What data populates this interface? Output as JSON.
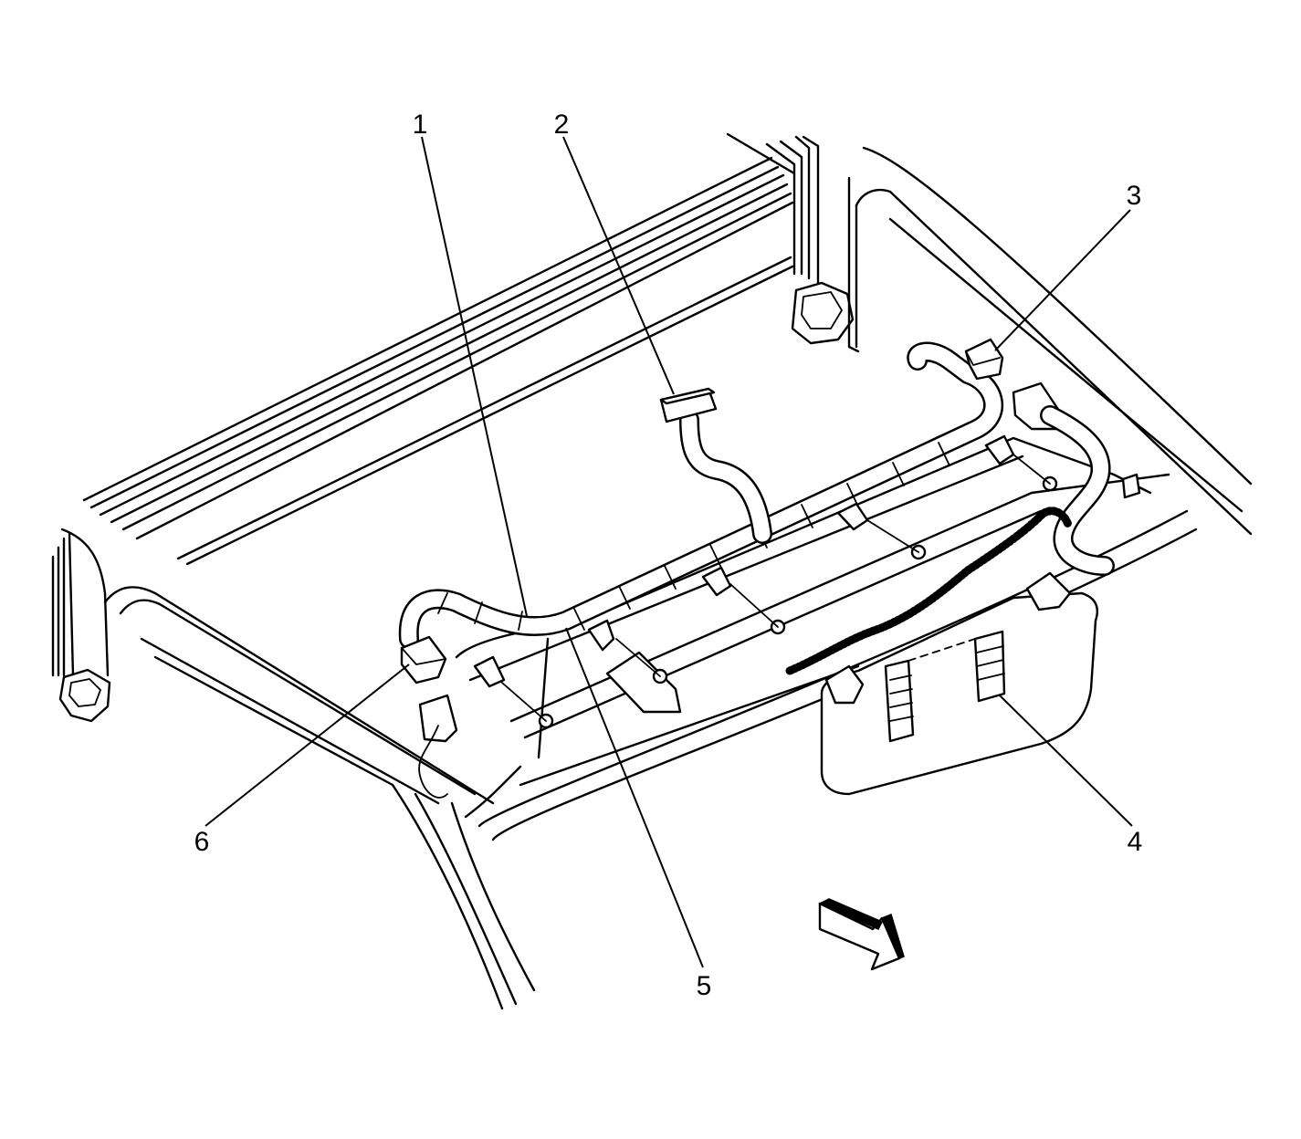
{
  "callouts": [
    {
      "id": "1",
      "label": "1"
    },
    {
      "id": "2",
      "label": "2"
    },
    {
      "id": "3",
      "label": "3"
    },
    {
      "id": "4",
      "label": "4"
    },
    {
      "id": "5",
      "label": "5"
    },
    {
      "id": "6",
      "label": "6"
    }
  ],
  "icons": {
    "direction_arrow": "forward-arrow-icon"
  },
  "colors": {
    "line": "#000000",
    "background": "#ffffff"
  }
}
